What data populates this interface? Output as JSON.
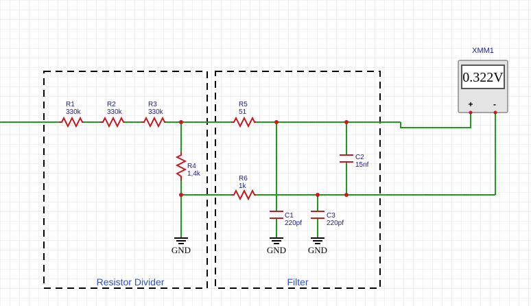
{
  "colors": {
    "wire": "#1a9e1a",
    "resistor": "#c8191e",
    "node": "#c8191e",
    "label": "#1a1a8c",
    "group_label": "#2a4fd6",
    "grid": "#e3e3e3",
    "box": "#000000"
  },
  "groups": {
    "divider": "Resistor Divider",
    "filter": "Filter"
  },
  "components": {
    "r1": {
      "ref": "R1",
      "value": "330k"
    },
    "r2": {
      "ref": "R2",
      "value": "330k"
    },
    "r3": {
      "ref": "R3",
      "value": "330k"
    },
    "r4": {
      "ref": "R4",
      "value": "1,4k"
    },
    "r5": {
      "ref": "R5",
      "value": "51"
    },
    "r6": {
      "ref": "R6",
      "value": "1k"
    },
    "c1": {
      "ref": "C1",
      "value": "220pf"
    },
    "c2": {
      "ref": "C2",
      "value": "15nf"
    },
    "c3": {
      "ref": "C3",
      "value": "220pf"
    }
  },
  "grounds": {
    "g1": "GND",
    "g2": "GND",
    "g3": "GND"
  },
  "meter": {
    "title": "XMM1",
    "reading": "0.322V",
    "plus": "+",
    "minus": "-"
  }
}
